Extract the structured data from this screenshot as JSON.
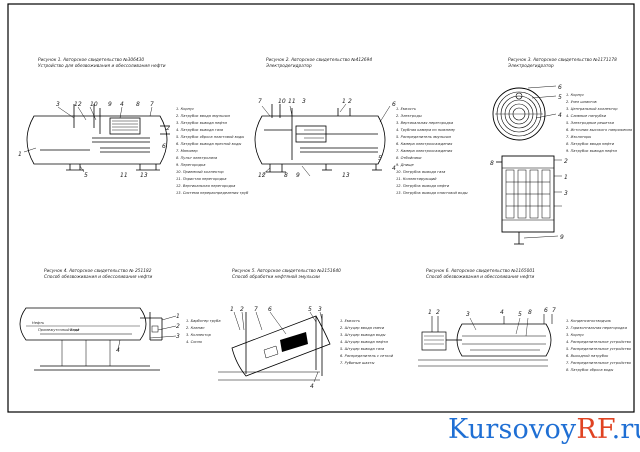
{
  "figures": [
    {
      "id": "fig1",
      "caption_lines": [
        "Рисунок 1. Авторское свидетельство №306430",
        "Устройство для обезвоживания и обессоливания нефти"
      ],
      "callouts": [
        "1",
        "3",
        "12",
        "10",
        "9",
        "4",
        "8",
        "7",
        "2",
        "5",
        "11",
        "13",
        "6"
      ],
      "legend": [
        "1. Корпус",
        "2. Патрубок ввода эмульсии",
        "3. Патрубок вывода нефти",
        "4. Патрубок вывода газа",
        "5. Патрубок сброса пластовой воды",
        "6. Патрубок вывода пресной воды",
        "7. Маномер",
        "8. Пульт электролиза",
        "9. Перегородка",
        "10. Приемный коллектор",
        "11. Пористая перегородка",
        "12. Вертикальная перегородка",
        "13. Система перераспределения труб"
      ]
    },
    {
      "id": "fig2",
      "caption_lines": [
        "Рисунок 2. Авторское свидетельство №412694",
        "Электродегидратор"
      ],
      "callouts": [
        "7",
        "10",
        "11",
        "3",
        "1",
        "2",
        "6",
        "12",
        "8",
        "9",
        "13",
        "5",
        "4"
      ],
      "legend": [
        "1. Емкость",
        "2. Электроды",
        "3. Вертикальная перегородка",
        "4. Трубная камера по нижнему",
        "5. Распределитель эмульсии",
        "6. Камера электроосаждения",
        "7. Камера электроосаждения",
        "8. Отбойники",
        "9. Днище",
        "10. Патрубок вывода газа",
        "11. Коллектирующий",
        "12. Патрубок вывода нефти",
        "13. Патрубок вывода пластовой воды"
      ]
    },
    {
      "id": "fig3",
      "caption_lines": [
        "Рисунок 3. Авторское свидетельство №1171178",
        "Электродегидратор"
      ],
      "callouts": [
        "6",
        "5",
        "4",
        "2",
        "1",
        "3",
        "9",
        "8"
      ],
      "legend": [
        "1. Корпус",
        "2. Узел шлангов",
        "3. Центральный коллектор",
        "4. Сливные патрубки",
        "5. Электродные решетки",
        "6. Источник высокого напряжения",
        "7. Изоляторы",
        "8. Патрубок ввода нефти",
        "9. Патрубок вывода нефти"
      ]
    },
    {
      "id": "fig4",
      "caption_lines": [
        "Рисунок 4. Авторское свидетельство № 251182",
        "Способ обезвоживания и обессоливания нефти"
      ],
      "inner_labels": [
        "Нефть",
        "Промежуточный слой",
        "Вода"
      ],
      "callouts": [
        "1",
        "2",
        "3",
        "4"
      ],
      "legend": [
        "1. Барботер труба",
        "2. Клапан",
        "3. Коллектор",
        "4. Сопло"
      ]
    },
    {
      "id": "fig5",
      "caption_lines": [
        "Рисунок 5. Авторское свидетельство №2151640",
        "Способ обработки нефтяной эмульсии"
      ],
      "callouts": [
        "1",
        "2",
        "7",
        "6",
        "5",
        "3",
        "4"
      ],
      "legend": [
        "1. Емкость",
        "2. Штуцер ввода смеси",
        "3. Штуцер вывода воды",
        "4. Штуцер вывода нефти",
        "5. Штуцер вывода газа",
        "6. Распределитель с сеткой",
        "7. Рубиные шахты"
      ]
    },
    {
      "id": "fig6",
      "caption_lines": [
        "Рисунок 6. Авторское свидетельство №1165001",
        "Способ обезвоживания и обессоливания нефти"
      ],
      "callouts": [
        "1",
        "2",
        "3",
        "4",
        "5",
        "8",
        "6",
        "7"
      ],
      "legend": [
        "1. Конденсатоотводчик",
        "2. Горизонтальная перегородка",
        "3. Корпус",
        "4. Распределительное устройство",
        "5. Распределительное устройство",
        "6. Выходной патрубок",
        "7. Распределительное устройство",
        "8. Патрубок сброса воды"
      ]
    }
  ],
  "watermark": {
    "left": "Kursovoy",
    "accent": "RF",
    "right": ".ru"
  }
}
